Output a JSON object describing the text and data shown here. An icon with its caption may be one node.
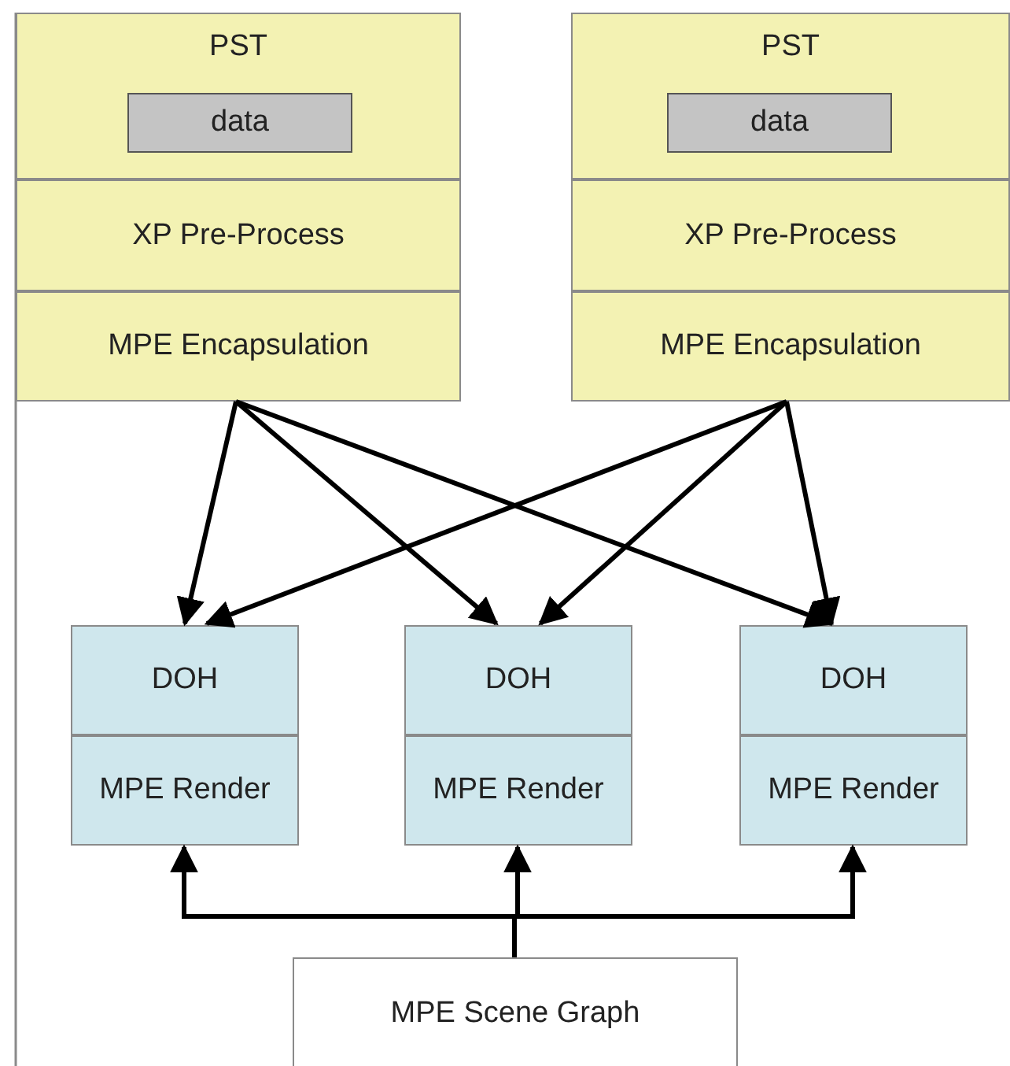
{
  "diagram": {
    "nodes": [
      {
        "text": [
          "PST"
        ]
      },
      {
        "text": [
          "data"
        ],
        "in": 0
      },
      {
        "text": [
          "XP Pre-Process"
        ]
      },
      {
        "text": [
          "MPE Encapsulation"
        ]
      },
      {
        "text": [
          "PST"
        ]
      },
      {
        "text": [
          "data"
        ],
        "in": 4
      },
      {
        "text": [
          "XP Pre-Process"
        ]
      },
      {
        "text": [
          "MPE Encapsulation"
        ]
      },
      {
        "text": [
          "DOH"
        ]
      },
      {
        "text": [
          "MPE Render"
        ]
      },
      {
        "text": [
          "DOH"
        ]
      },
      {
        "text": [
          "MPE Render"
        ]
      },
      {
        "text": [
          "DOH"
        ]
      },
      {
        "text": [
          "MPE Render"
        ]
      },
      {
        "text": [
          "MPE Scene Graph"
        ]
      }
    ],
    "edges": [
      {
        "from": 3,
        "to": 8,
        "arrow": "to"
      },
      {
        "from": 3,
        "to": 10,
        "arrow": "to"
      },
      {
        "from": 3,
        "to": 12,
        "arrow": "to"
      },
      {
        "from": 7,
        "to": 8,
        "arrow": "to"
      },
      {
        "from": 7,
        "to": 10,
        "arrow": "to"
      },
      {
        "from": 7,
        "to": 12,
        "arrow": "to"
      },
      {
        "from": 14,
        "to": 9,
        "arrow": "to"
      },
      {
        "from": 14,
        "to": 11,
        "arrow": "to"
      },
      {
        "from": 14,
        "to": 13,
        "arrow": "to"
      }
    ]
  }
}
